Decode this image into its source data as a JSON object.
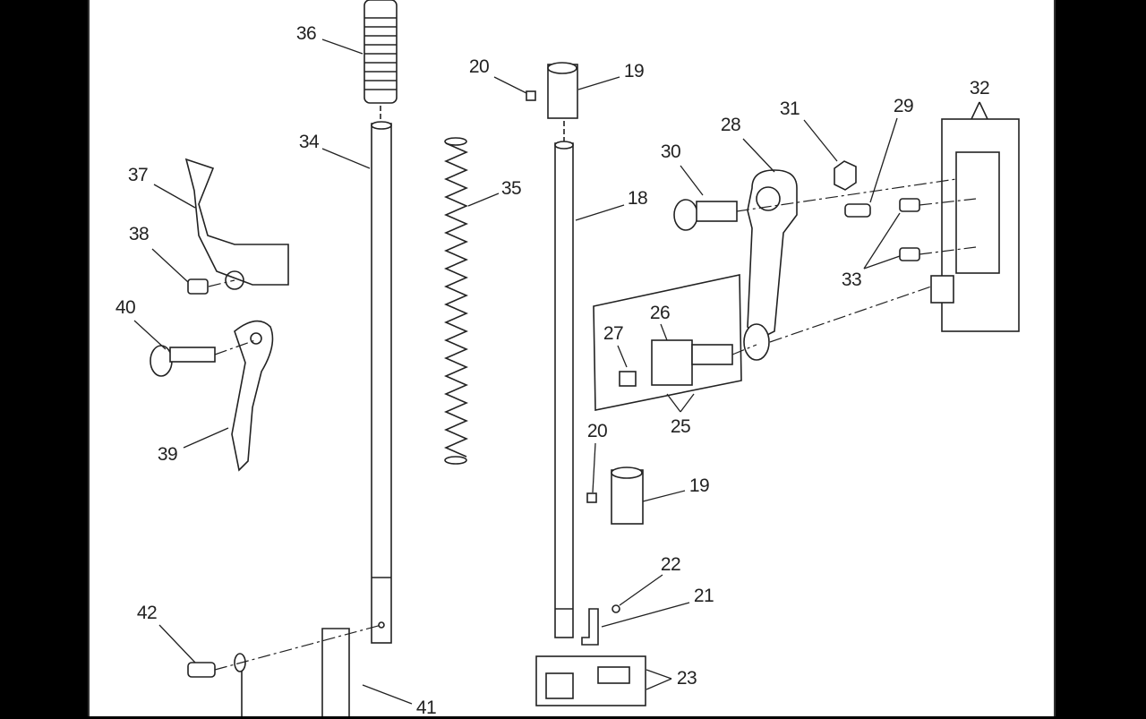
{
  "diagram": {
    "type": "exploded parts diagram",
    "part_labels": [
      "36",
      "20",
      "19",
      "32",
      "31",
      "29",
      "34",
      "28",
      "30",
      "37",
      "35",
      "18",
      "38",
      "33",
      "26",
      "40",
      "27",
      "25",
      "20",
      "39",
      "19",
      "22",
      "21",
      "42",
      "23",
      "41"
    ]
  },
  "colors": {
    "line": "#222222",
    "page": "#ffffff",
    "background": "#000000"
  }
}
